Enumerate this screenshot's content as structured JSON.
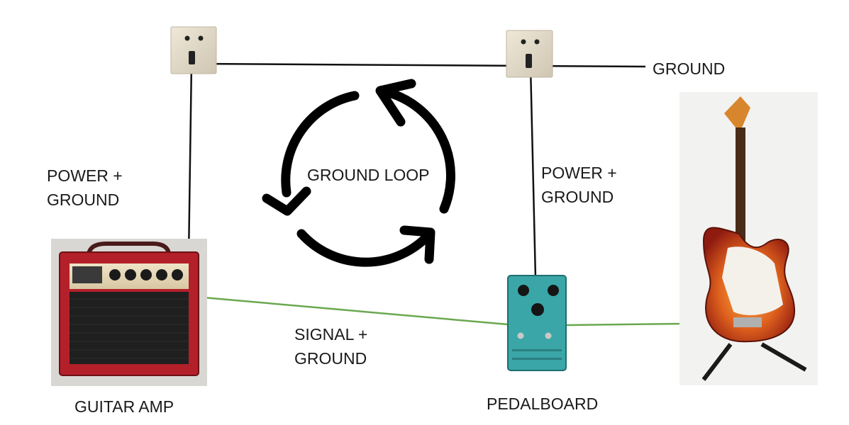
{
  "labels": {
    "ground": "GROUND",
    "amp_power_line1": "POWER +",
    "amp_power_line2": "GROUND",
    "ground_loop": "GROUND LOOP",
    "pedal_power_line1": "POWER +",
    "pedal_power_line2": "GROUND",
    "signal_line1": "SIGNAL +",
    "signal_line2": "GROUND",
    "guitar_amp": "GUITAR AMP",
    "pedalboard": "PEDALBOARD"
  },
  "colors": {
    "ground_wire": "#111111",
    "signal_wire": "#6aa84f",
    "loop_arrows": "#000000",
    "amp_cabinet": "#b3202a",
    "pedal_body": "#3aa6a8",
    "guitar_body": "#c7301c"
  },
  "icons": {
    "outlet_left": "wall-outlet-icon",
    "outlet_right": "wall-outlet-icon",
    "loop": "circular-arrows-icon",
    "amp": "guitar-amp-image",
    "pedal": "effects-pedal-image",
    "guitar": "electric-guitar-image"
  }
}
